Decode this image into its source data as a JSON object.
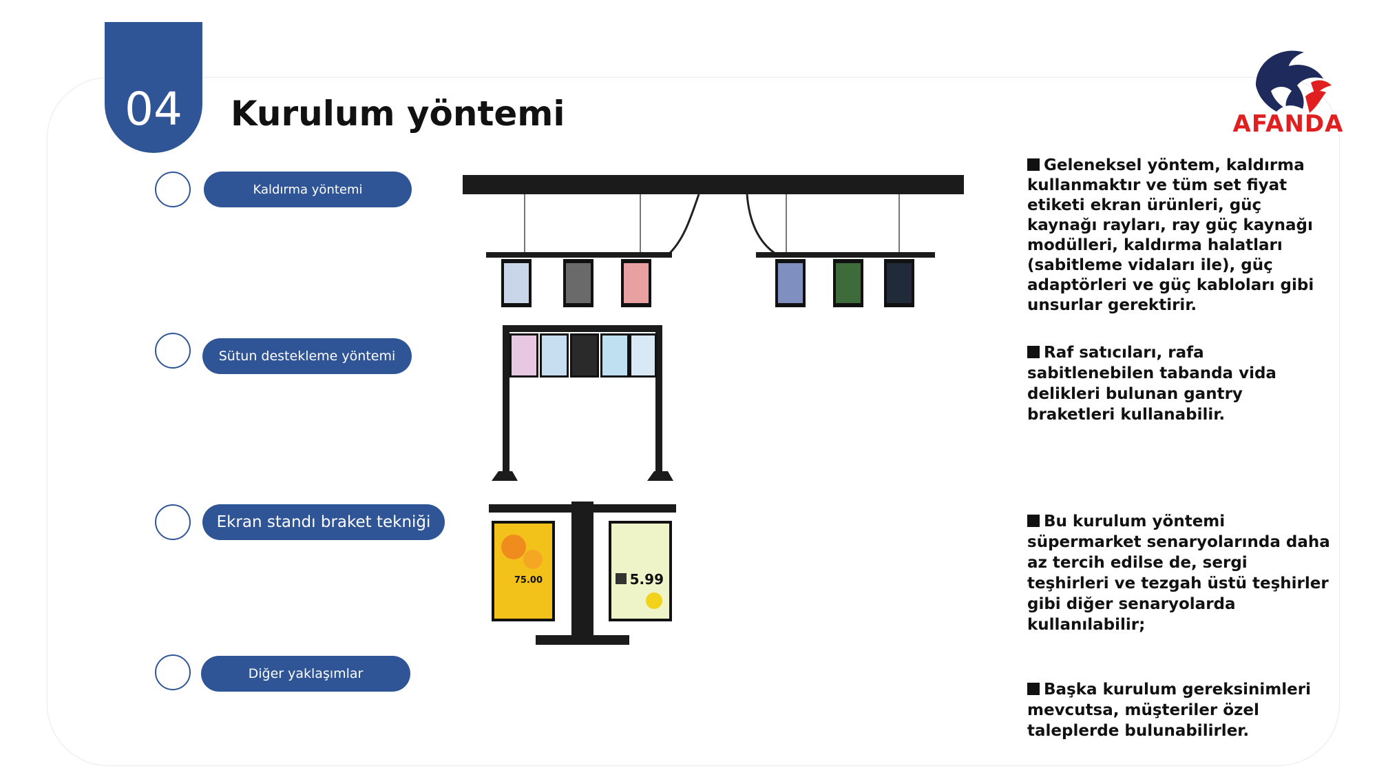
{
  "section_number": "04",
  "title": "Kurulum yöntemi",
  "logo": {
    "text": "AFANDA",
    "icon": "lion-head-logo"
  },
  "methods": [
    {
      "label": "Kaldırma yöntemi"
    },
    {
      "label": "Sütun destekleme yöntemi"
    },
    {
      "label": "Ekran standı braket tekniği"
    },
    {
      "label": "Diğer yaklaşımlar"
    }
  ],
  "descriptions": [
    "Geleneksel yöntem, kaldırma kullanmaktır ve tüm set fiyat etiketi ekran ürünleri, güç kaynağı rayları, ray güç kaynağı modülleri, kaldırma halatları (sabitleme vidaları ile), güç adaptörleri ve güç kabloları gibi unsurlar gerektirir.",
    "Raf satıcıları, rafa sabitlenebilen tabanda vida delikleri bulunan gantry braketleri kullanabilir.",
    "Bu kurulum yöntemi süpermarket senaryolarında daha az tercih edilse de, sergi teşhirleri ve tezgah üstü teşhirler gibi diğer senaryolarda kullanılabilir;",
    "Başka kurulum gereksinimleri mevcutsa, müşteriler özel taleplerde bulunabilirler."
  ],
  "screen_prices": {
    "stand_left": "75.00",
    "stand_right": "5.99"
  },
  "colors": {
    "accent": "#2f5597",
    "logo_red": "#e02020",
    "logo_navy": "#1f2a5c"
  }
}
